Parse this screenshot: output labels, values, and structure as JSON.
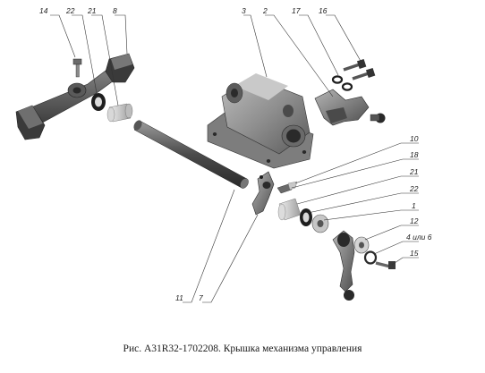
{
  "caption": "Рис. А31R32-1702208. Крышка механизма управления",
  "callouts": [
    {
      "id": "c14",
      "text": "14"
    },
    {
      "id": "c22a",
      "text": "22"
    },
    {
      "id": "c21a",
      "text": "21"
    },
    {
      "id": "c8",
      "text": "8"
    },
    {
      "id": "c3",
      "text": "3"
    },
    {
      "id": "c2",
      "text": "2"
    },
    {
      "id": "c17",
      "text": "17"
    },
    {
      "id": "c16",
      "text": "16"
    },
    {
      "id": "c10",
      "text": "10"
    },
    {
      "id": "c18",
      "text": "18"
    },
    {
      "id": "c21b",
      "text": "21"
    },
    {
      "id": "c22b",
      "text": "22"
    },
    {
      "id": "c1",
      "text": "1"
    },
    {
      "id": "c12",
      "text": "12"
    },
    {
      "id": "c4",
      "text": "4 или 6"
    },
    {
      "id": "c15",
      "text": "15"
    },
    {
      "id": "c11",
      "text": "11"
    },
    {
      "id": "c7",
      "text": "7"
    }
  ]
}
